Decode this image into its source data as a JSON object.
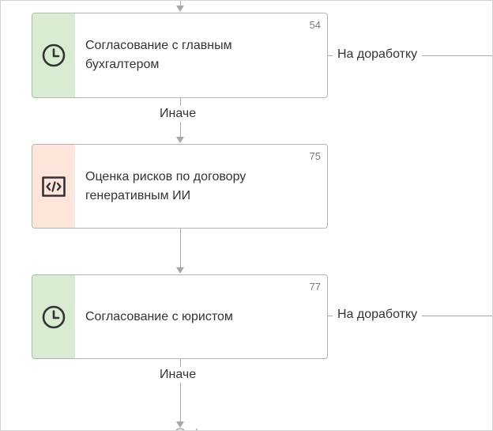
{
  "colors": {
    "approval_strip": "#d7ecd1",
    "script_strip": "#fde5dc",
    "connector": "#a8a8a8",
    "icon": "#333333"
  },
  "nodes": [
    {
      "number": "54",
      "title": "Согласование с главным бухгалтером",
      "icon": "clock-icon",
      "type": "approval"
    },
    {
      "number": "75",
      "title": "Оценка рисков по договору генеративным ИИ",
      "icon": "code-icon",
      "type": "script"
    },
    {
      "number": "77",
      "title": "Согласование с юристом",
      "icon": "clock-icon",
      "type": "approval"
    }
  ],
  "transitions": {
    "otherwise_1": "Иначе",
    "otherwise_2": "Иначе",
    "rework_1": "На доработку",
    "rework_2": "На доработку"
  }
}
